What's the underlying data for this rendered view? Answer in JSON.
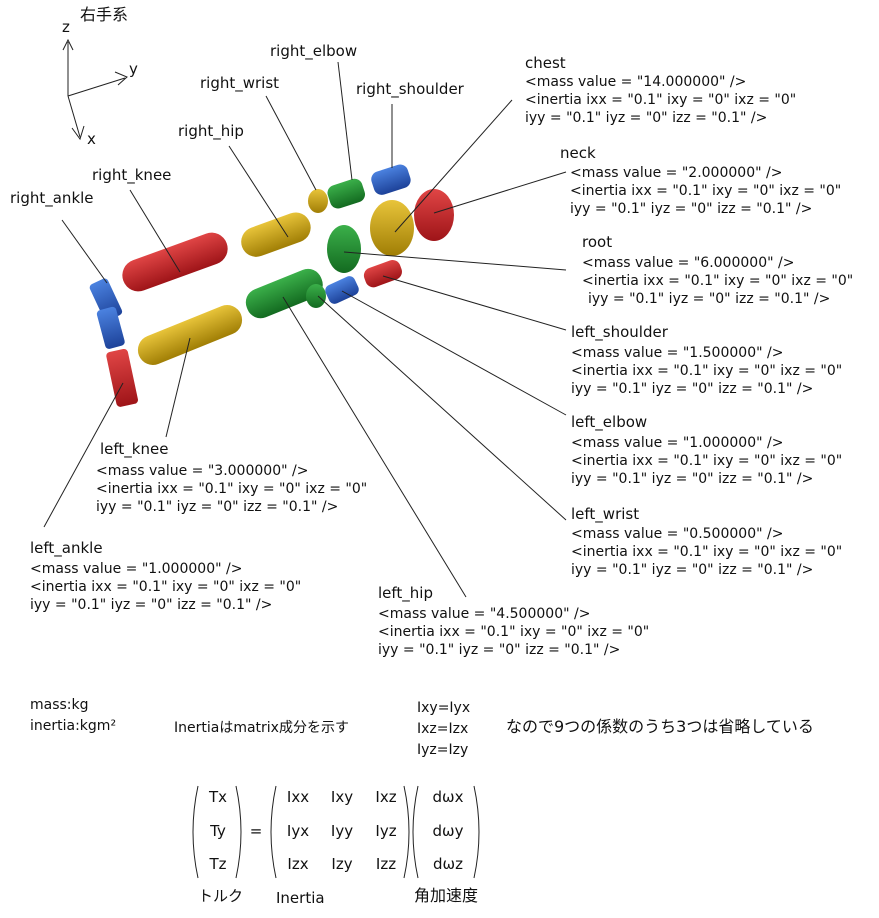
{
  "axes": {
    "title": "右手系",
    "z": "z",
    "y": "y",
    "x": "x"
  },
  "colors": {
    "red": "#c41e22",
    "blue": "#2a5fc7",
    "green": "#1e8c2f",
    "yellow": "#c9a310"
  },
  "links": {
    "right_elbow": "right_elbow",
    "right_wrist": "right_wrist",
    "right_shoulder": "right_shoulder",
    "right_hip": "right_hip",
    "right_knee": "right_knee",
    "right_ankle": "right_ankle",
    "chest": {
      "name": "chest",
      "mass": "<mass value = \"14.000000\" />",
      "inertia1": "<inertia ixx = \"0.1\" ixy = \"0\" ixz = \"0\"",
      "inertia2": "iyy = \"0.1\" iyz = \"0\" izz = \"0.1\" />"
    },
    "neck": {
      "name": "neck",
      "mass": "<mass value = \"2.000000\" />",
      "inertia1": "<inertia ixx = \"0.1\" ixy = \"0\" ixz = \"0\"",
      "inertia2": "iyy = \"0.1\" iyz = \"0\" izz = \"0.1\" />"
    },
    "root": {
      "name": "root",
      "mass": "<mass value = \"6.000000\" />",
      "inertia1": "<inertia ixx = \"0.1\" ixy = \"0\" ixz = \"0\"",
      "inertia2": "iyy = \"0.1\" iyz = \"0\" izz = \"0.1\" />"
    },
    "left_shoulder": {
      "name": "left_shoulder",
      "mass": "<mass value = \"1.500000\" />",
      "inertia1": "<inertia ixx = \"0.1\" ixy = \"0\" ixz = \"0\"",
      "inertia2": "iyy = \"0.1\" iyz = \"0\" izz = \"0.1\" />"
    },
    "left_elbow": {
      "name": "left_elbow",
      "mass": "<mass value = \"1.000000\" />",
      "inertia1": "<inertia ixx = \"0.1\" ixy = \"0\" ixz = \"0\"",
      "inertia2": "iyy = \"0.1\" iyz = \"0\" izz = \"0.1\" />"
    },
    "left_wrist": {
      "name": "left_wrist",
      "mass": "<mass value = \"0.500000\" />",
      "inertia1": "<inertia ixx = \"0.1\" ixy = \"0\" ixz = \"0\"",
      "inertia2": "iyy = \"0.1\" iyz = \"0\" izz = \"0.1\" />"
    },
    "left_knee": {
      "name": "left_knee",
      "mass": "<mass value = \"3.000000\" />",
      "inertia1": "<inertia ixx = \"0.1\" ixy = \"0\" ixz = \"0\"",
      "inertia2": "iyy = \"0.1\" iyz = \"0\" izz = \"0.1\" />"
    },
    "left_ankle": {
      "name": "left_ankle",
      "mass": "<mass value = \"1.000000\" />",
      "inertia1": "<inertia ixx = \"0.1\" ixy = \"0\" ixz = \"0\"",
      "inertia2": "iyy = \"0.1\" iyz = \"0\" izz = \"0.1\" />"
    },
    "left_hip": {
      "name": "left_hip",
      "mass": "<mass value = \"4.500000\" />",
      "inertia1": "<inertia ixx = \"0.1\" ixy = \"0\" ixz = \"0\"",
      "inertia2": "iyy = \"0.1\" iyz = \"0\" izz = \"0.1\" />"
    }
  },
  "units": {
    "mass": "mass:kg",
    "inertia": "inertia:kgm²"
  },
  "notes": {
    "inertia_matrix": "Inertiaはmatrix成分を示す",
    "sym1": "Ixy=Iyx",
    "sym2": "Ixz=Izx",
    "sym3": "Iyz=Izy",
    "omit": "なので9つの係数のうち3つは省略している"
  },
  "equation": {
    "torque": [
      "Tx",
      "Ty",
      "Tz"
    ],
    "equals": "=",
    "inertia": [
      [
        "Ixx",
        "Ixy",
        "Ixz"
      ],
      [
        "Iyx",
        "Iyy",
        "Iyz"
      ],
      [
        "Izx",
        "Izy",
        "Izz"
      ]
    ],
    "accel": [
      "dωx",
      "dωy",
      "dωz"
    ],
    "label_torque": "トルク",
    "label_inertia": "Inertia",
    "label_accel": "角加速度"
  }
}
